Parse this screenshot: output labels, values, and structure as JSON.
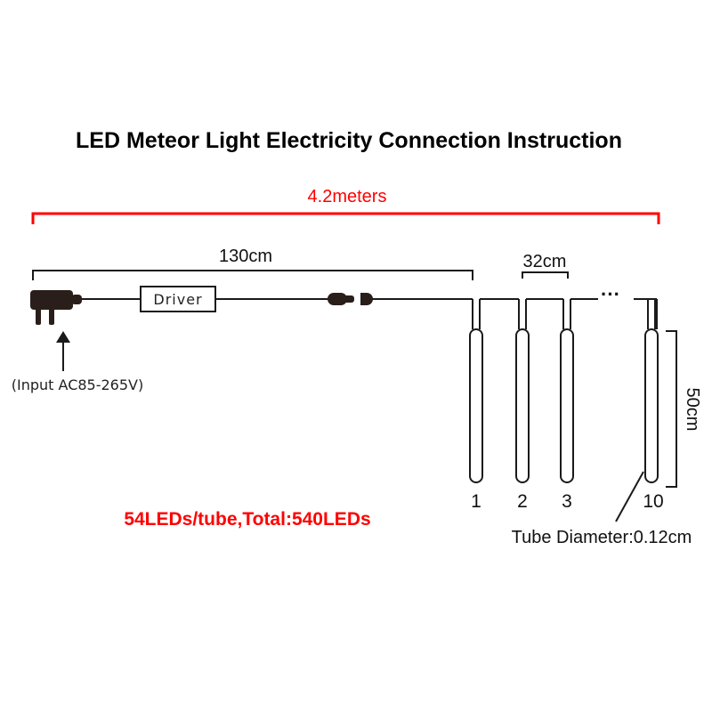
{
  "title": "LED Meteor Light Electricity Connection Instruction",
  "dimensions": {
    "total_length": "4.2meters",
    "lead_length": "130cm",
    "tube_spacing": "32cm",
    "tube_length": "50cm",
    "tube_diameter": "Tube Diameter:0.12cm"
  },
  "components": {
    "driver_label": "Driver",
    "input_label": "(Input AC85-265V)",
    "ellipsis": "···"
  },
  "tubes": [
    {
      "label": "1"
    },
    {
      "label": "2"
    },
    {
      "label": "3"
    },
    {
      "label": "10"
    }
  ],
  "led_info": "54LEDs/tube,Total:540LEDs",
  "colors": {
    "accent": "#ff0000",
    "line": "#1a1a1a",
    "plug": "#2a1e1a"
  }
}
